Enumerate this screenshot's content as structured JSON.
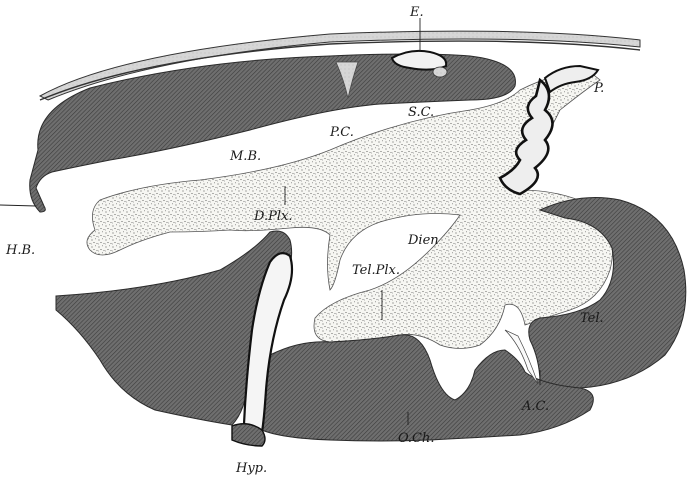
{
  "diagram": {
    "labels": {
      "e": "E.",
      "p": "P.",
      "sc": "S.C.",
      "pc": "P.C.",
      "mb": "M.B.",
      "hb": "H.B.",
      "dplx": "D.Plx.",
      "dien": "Dien",
      "telplx": "Tel.Plx.",
      "tel": "Tel.",
      "ac": "A.C.",
      "och": "O.Ch.",
      "hyp": "Hyp."
    }
  }
}
